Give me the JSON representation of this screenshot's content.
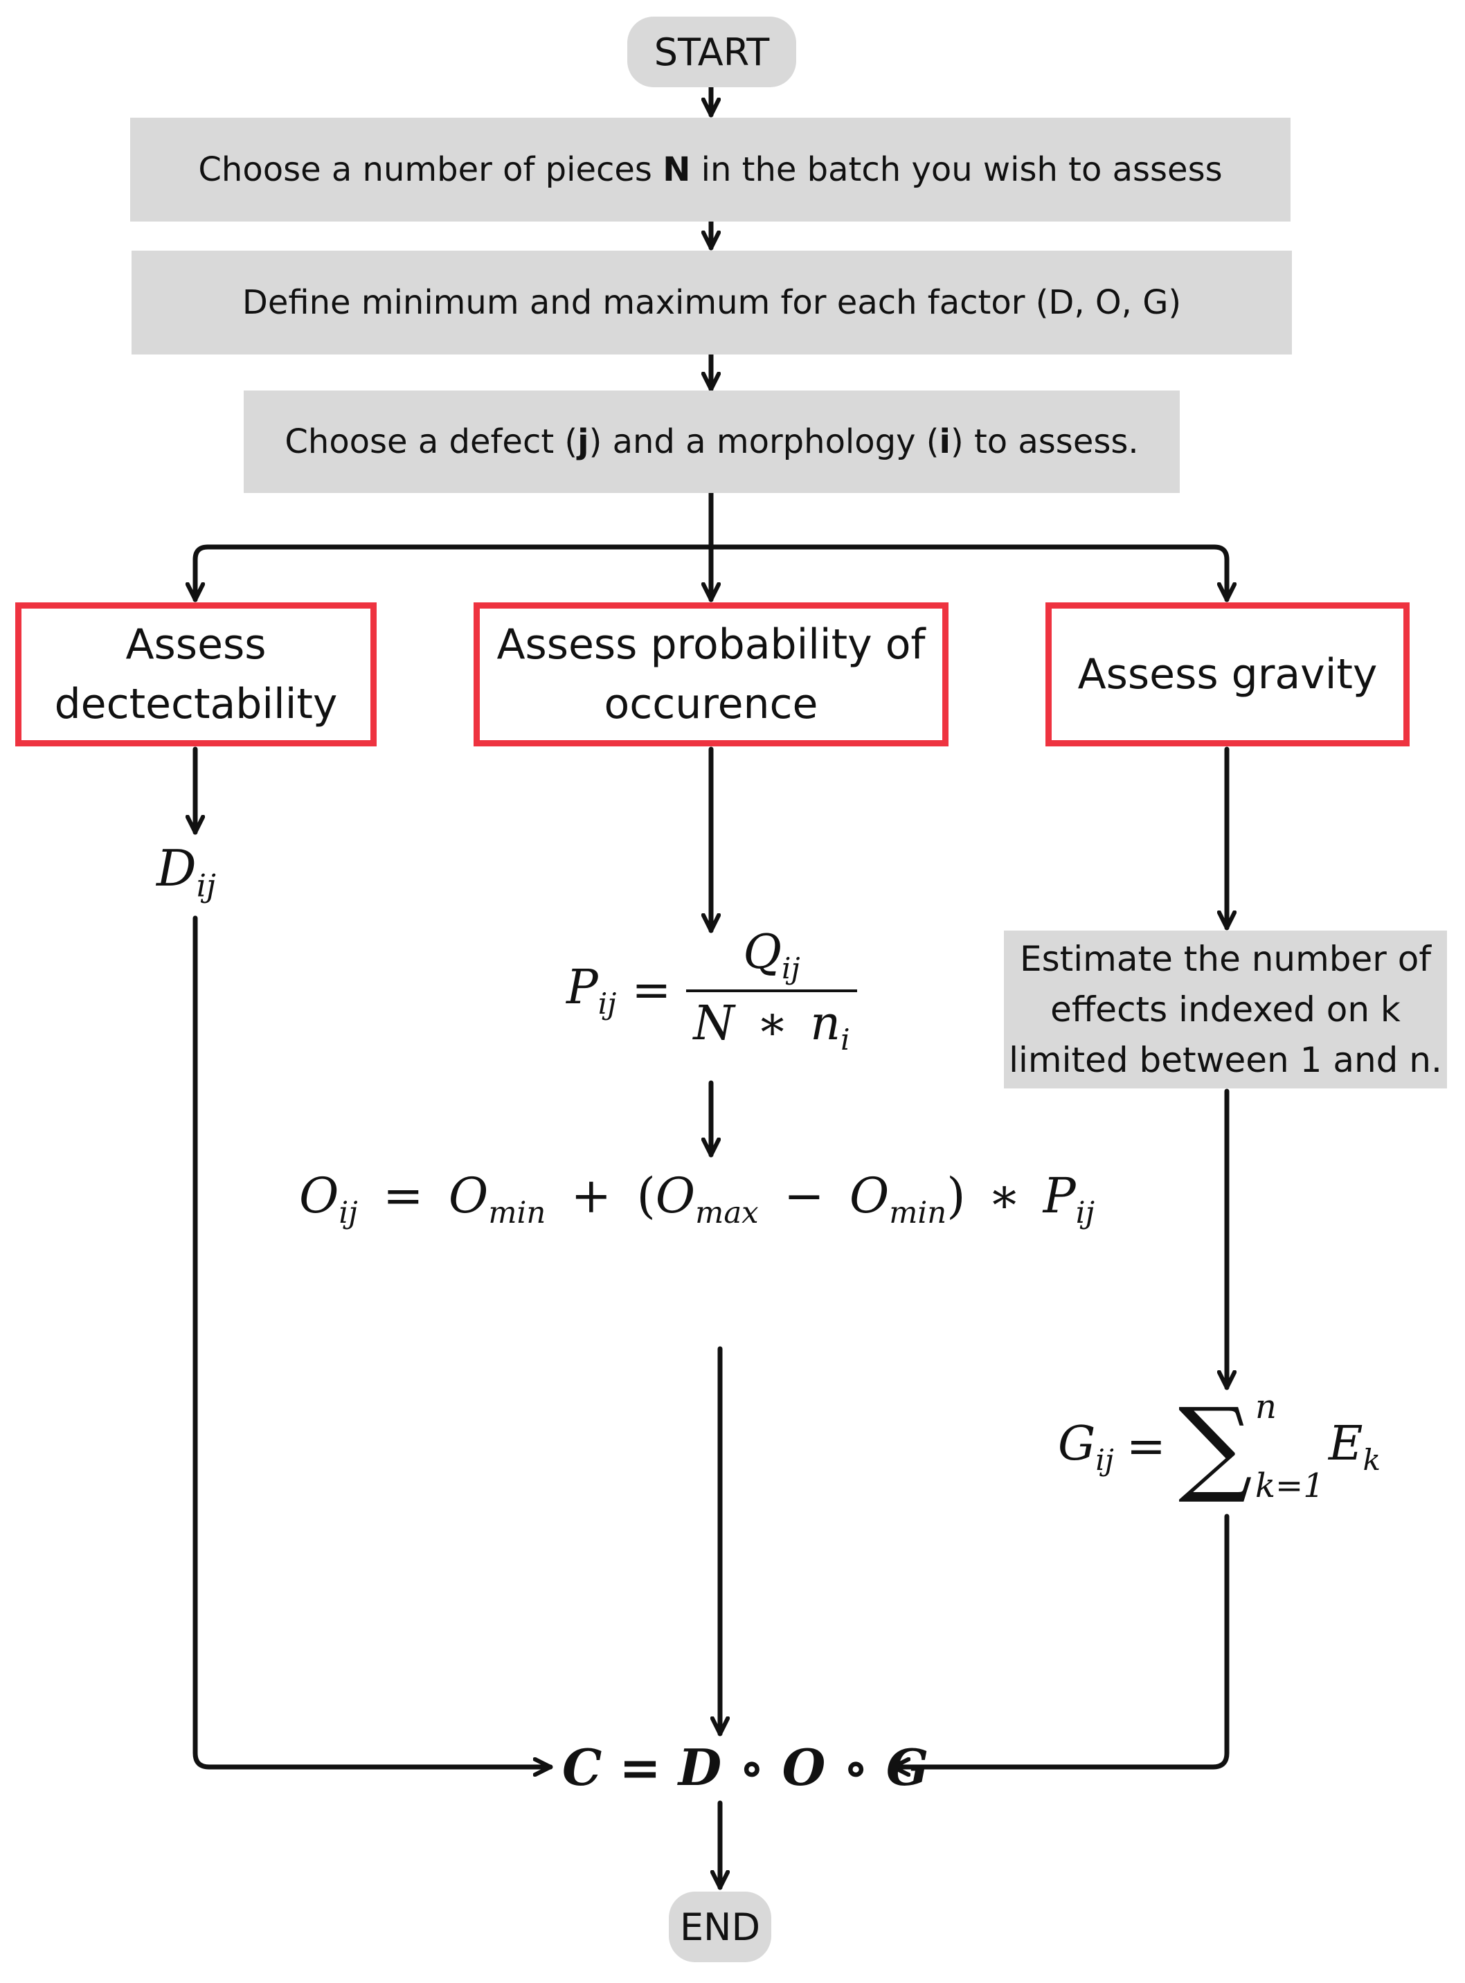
{
  "terminals": {
    "start": "START",
    "end": "END"
  },
  "steps": {
    "choose_n": {
      "before": "Choose a number of pieces ",
      "bold": "N",
      "after": " in the batch you wish to assess"
    },
    "define_minmax": "Define minimum and maximum for each factor (D, O, G)",
    "choose_defect": {
      "t1": "Choose a defect (",
      "b1": "j",
      "t2": ") and a morphology (",
      "b2": "i",
      "t3": ") to assess."
    }
  },
  "assess": {
    "detectability": {
      "line1": "Assess",
      "line2": "dectectability"
    },
    "occurrence": {
      "line1": "Assess probability of",
      "line2": "occurence"
    },
    "gravity": "Assess gravity"
  },
  "estimate": {
    "line1": "Estimate the number of",
    "line2": "effects indexed on k",
    "line3": "limited between 1 and n."
  },
  "formulas": {
    "D_var": "D",
    "D_sub": "ij",
    "P_var": "P",
    "P_sub": "ij",
    "equals": "=",
    "P_num_var": "Q",
    "P_num_sub": "ij",
    "P_den_N": "N",
    "P_den_op": "∗",
    "P_den_n": "n",
    "P_den_sub": "i",
    "O_lhs": "O",
    "O_lhs_sub": "ij",
    "O_min1": "O",
    "O_min1_sub": "min",
    "O_plus": "+",
    "O_lparen": "(",
    "O_max": "O",
    "O_max_sub": "max",
    "O_minus": "−",
    "O_min2": "O",
    "O_min2_sub": "min",
    "O_rparen": ")",
    "O_times": "∗",
    "O_P": "P",
    "O_P_sub": "ij",
    "G_lhs": "G",
    "G_lhs_sub": "ij",
    "G_sigma": "∑",
    "G_upper": "n",
    "G_lower": "k=1",
    "G_E": "E",
    "G_E_sub": "k",
    "C_final": "C = D ∘ O ∘ G"
  },
  "colors": {
    "box_fill": "#d9d9d9",
    "assess_border": "#ee3340",
    "line": "#111111"
  }
}
